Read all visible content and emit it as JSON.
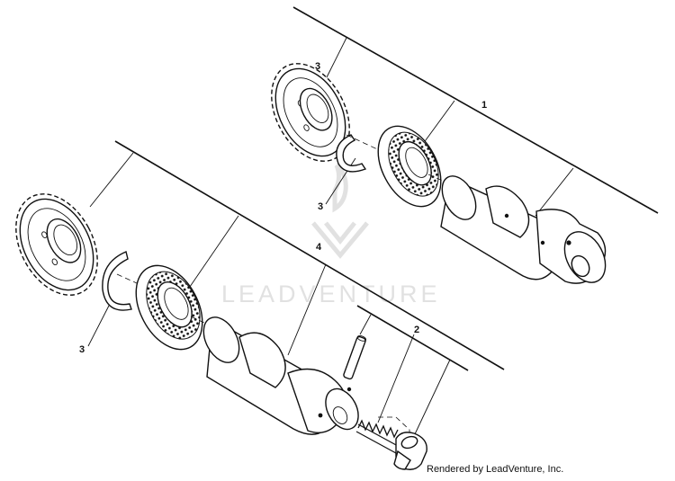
{
  "callouts": {
    "c1": "1",
    "c2": "2",
    "c3_top": "3",
    "c3_bottom": "3",
    "c4": "4"
  },
  "watermark": {
    "text": "LEADVENTURE"
  },
  "footer": {
    "credit": "Rendered by LeadVenture, Inc."
  }
}
